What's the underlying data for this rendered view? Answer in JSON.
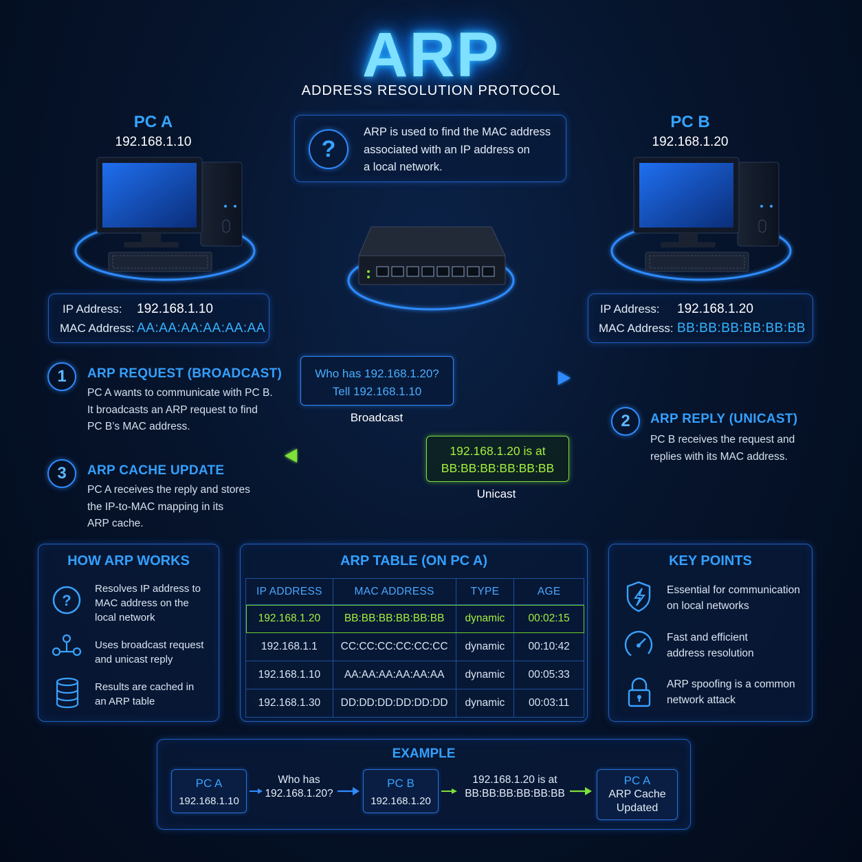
{
  "header": {
    "title": "ARP",
    "subtitle": "ADDRESS RESOLUTION PROTOCOL"
  },
  "info_box": {
    "text_lines": [
      "ARP is used to find the MAC address",
      "associated with an IP address on",
      "a local network."
    ]
  },
  "pc_a": {
    "name": "PC A",
    "ip": "192.168.1.10",
    "ip_label": "IP Address:",
    "mac_label": "MAC Address:",
    "mac": "AA:AA:AA:AA:AA:AA"
  },
  "pc_b": {
    "name": "PC B",
    "ip": "192.168.1.20",
    "ip_label": "IP Address:",
    "mac_label": "MAC Address:",
    "mac": "BB:BB:BB:BB:BB:BB"
  },
  "request_packet": {
    "lines": [
      "Who has 192.168.1.20?",
      "Tell 192.168.1.10"
    ],
    "caption": "Broadcast"
  },
  "reply_packet": {
    "lines": [
      "192.168.1.20 is at",
      "BB:BB:BB:BB:BB:BB"
    ],
    "caption": "Unicast"
  },
  "steps": [
    {
      "num": "1",
      "title": "ARP REQUEST (BROADCAST)",
      "lines": [
        "PC A wants to communicate with PC B.",
        "It broadcasts an ARP request to find",
        "PC B’s MAC address."
      ]
    },
    {
      "num": "2",
      "title": "ARP REPLY (UNICAST)",
      "lines": [
        "PC B receives the request and",
        "replies with its MAC address."
      ]
    },
    {
      "num": "3",
      "title": "ARP CACHE UPDATE",
      "lines": [
        "PC A receives the reply and stores",
        "the IP-to-MAC mapping in its",
        "ARP cache."
      ]
    }
  ],
  "how_arp_works": {
    "title": "HOW ARP WORKS",
    "items": [
      {
        "icon": "question-icon",
        "lines": [
          "Resolves IP address to",
          "MAC address on the",
          "local network"
        ]
      },
      {
        "icon": "network-nodes-icon",
        "lines": [
          "Uses broadcast request",
          "and unicast reply"
        ]
      },
      {
        "icon": "database-icon",
        "lines": [
          "Results are cached in",
          "an ARP table"
        ]
      }
    ]
  },
  "arp_table": {
    "title": "ARP TABLE (ON PC A)",
    "columns": [
      "IP ADDRESS",
      "MAC ADDRESS",
      "TYPE",
      "AGE"
    ],
    "rows": [
      [
        "192.168.1.20",
        "BB:BB:BB:BB:BB:BB",
        "dynamic",
        "00:02:15"
      ],
      [
        "192.168.1.1",
        "CC:CC:CC:CC:CC:CC",
        "dynamic",
        "00:10:42"
      ],
      [
        "192.168.1.10",
        "AA:AA:AA:AA:AA:AA",
        "dynamic",
        "00:05:33"
      ],
      [
        "192.168.1.30",
        "DD:DD:DD:DD:DD:DD",
        "dynamic",
        "00:03:11"
      ]
    ],
    "highlight_row": 0
  },
  "key_points": {
    "title": "KEY POINTS",
    "items": [
      {
        "icon": "shield-icon",
        "lines": [
          "Essential for communication",
          "on local networks"
        ]
      },
      {
        "icon": "speedometer-icon",
        "lines": [
          "Fast and efficient",
          "address resolution"
        ]
      },
      {
        "icon": "lock-icon",
        "lines": [
          "ARP spoofing is a common",
          "network attack"
        ]
      }
    ]
  },
  "example": {
    "title": "EXAMPLE",
    "box1": {
      "name": "PC A",
      "sub": "192.168.1.10"
    },
    "text1": [
      "Who has",
      "192.168.1.20?"
    ],
    "box2": {
      "name": "PC B",
      "sub": "192.168.1.20"
    },
    "text2": [
      "192.168.1.20 is at",
      "BB:BB:BB:BB:BB:BB"
    ],
    "box3": {
      "name": "PC A",
      "sub_lines": [
        "ARP Cache",
        "Updated"
      ]
    }
  },
  "colors": {
    "accent_blue": "#2f8cff",
    "reply_green": "#7ee03a",
    "background": "#06142c"
  }
}
